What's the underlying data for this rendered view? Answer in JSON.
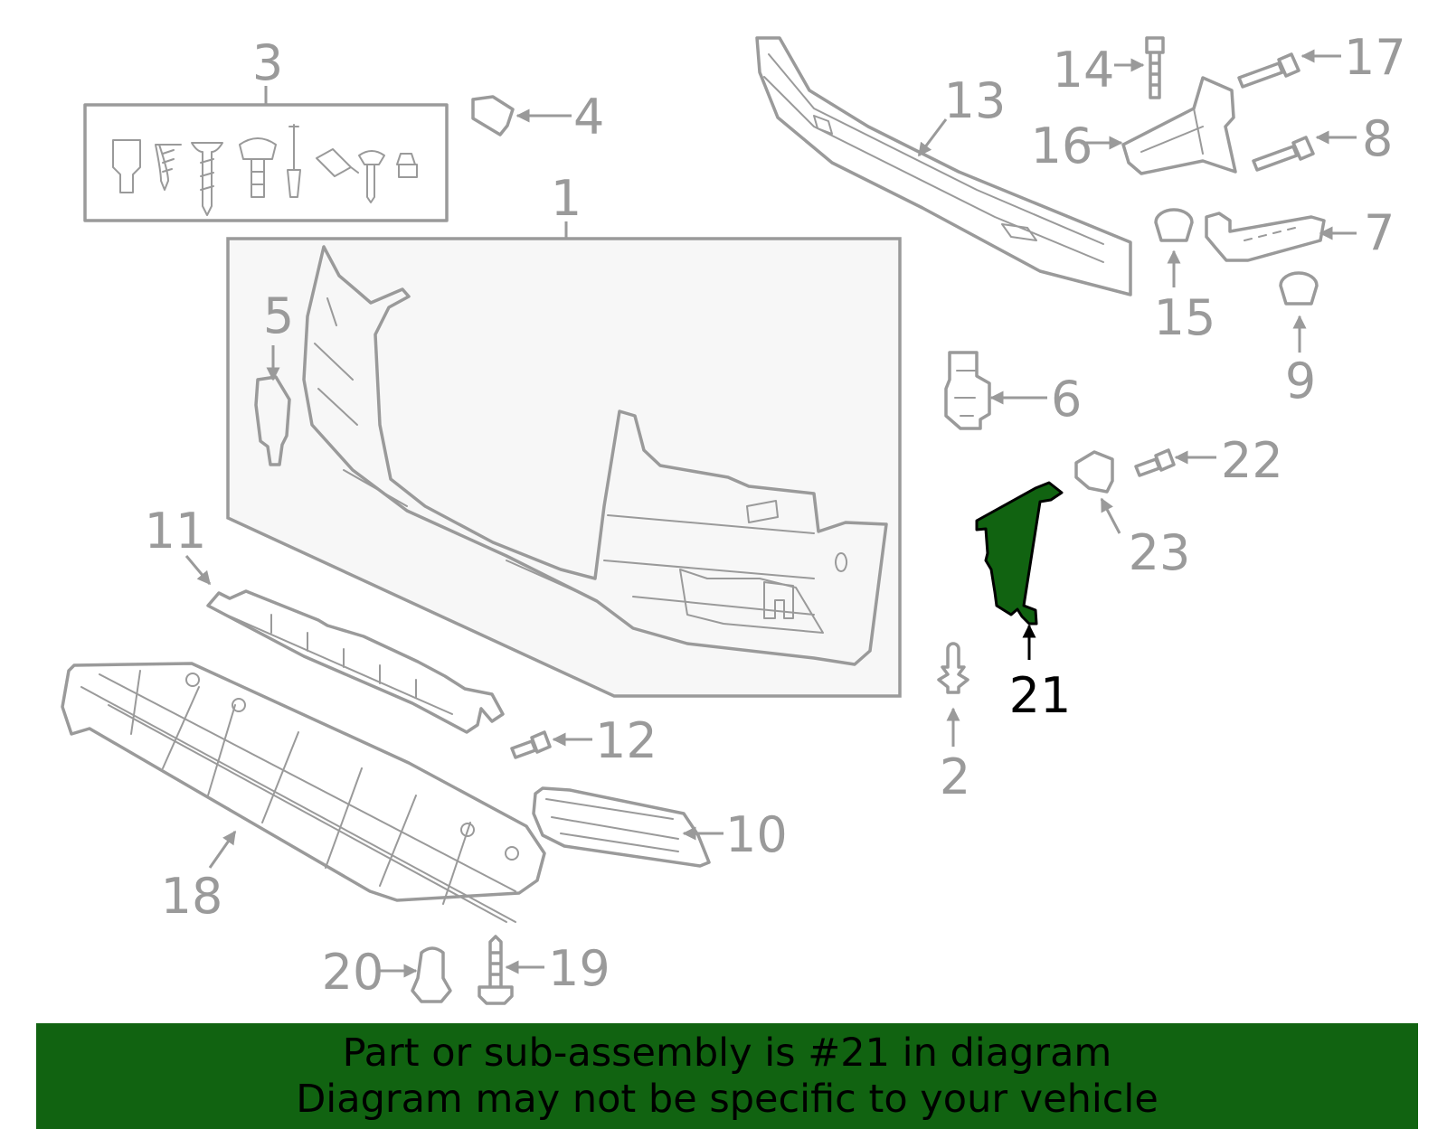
{
  "highlight": {
    "part_number": "21",
    "color": "#116311"
  },
  "callouts": [
    "1",
    "2",
    "3",
    "4",
    "5",
    "6",
    "7",
    "8",
    "9",
    "10",
    "11",
    "12",
    "13",
    "14",
    "15",
    "16",
    "17",
    "18",
    "19",
    "20",
    "21",
    "22",
    "23"
  ],
  "banner": {
    "line1": "Part or sub-assembly is #21 in diagram",
    "line2": "Diagram may not be specific to your vehicle"
  }
}
